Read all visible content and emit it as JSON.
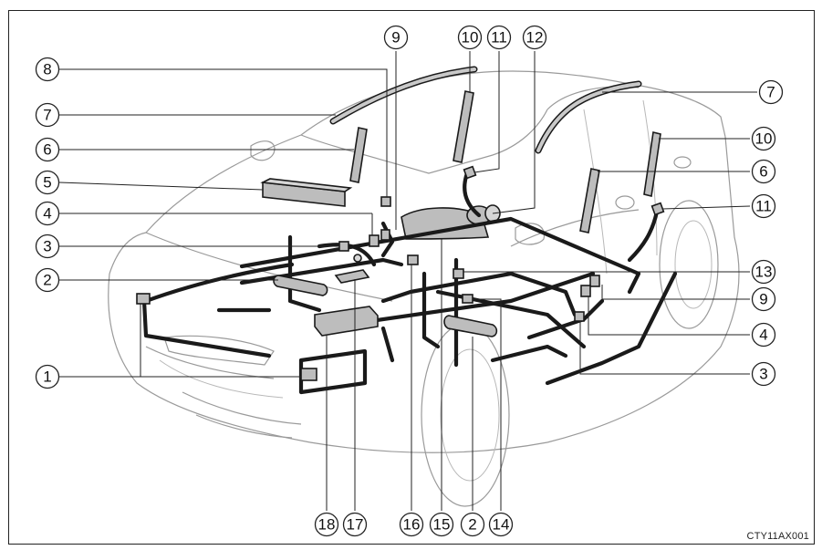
{
  "figure_code": "CTY11AX001",
  "callouts": [
    {
      "num": "1"
    },
    {
      "num": "2"
    },
    {
      "num": "3"
    },
    {
      "num": "4"
    },
    {
      "num": "5"
    },
    {
      "num": "6"
    },
    {
      "num": "7"
    },
    {
      "num": "8"
    },
    {
      "num": "9"
    },
    {
      "num": "10"
    },
    {
      "num": "11"
    },
    {
      "num": "12"
    },
    {
      "num": "13"
    },
    {
      "num": "14"
    },
    {
      "num": "15"
    },
    {
      "num": "16"
    },
    {
      "num": "17"
    },
    {
      "num": "18"
    }
  ],
  "colors": {
    "harness": "#1a1a1a",
    "component_fill": "#bdbdbd",
    "car_outline": "#9a9a9a",
    "border": "#222222"
  }
}
